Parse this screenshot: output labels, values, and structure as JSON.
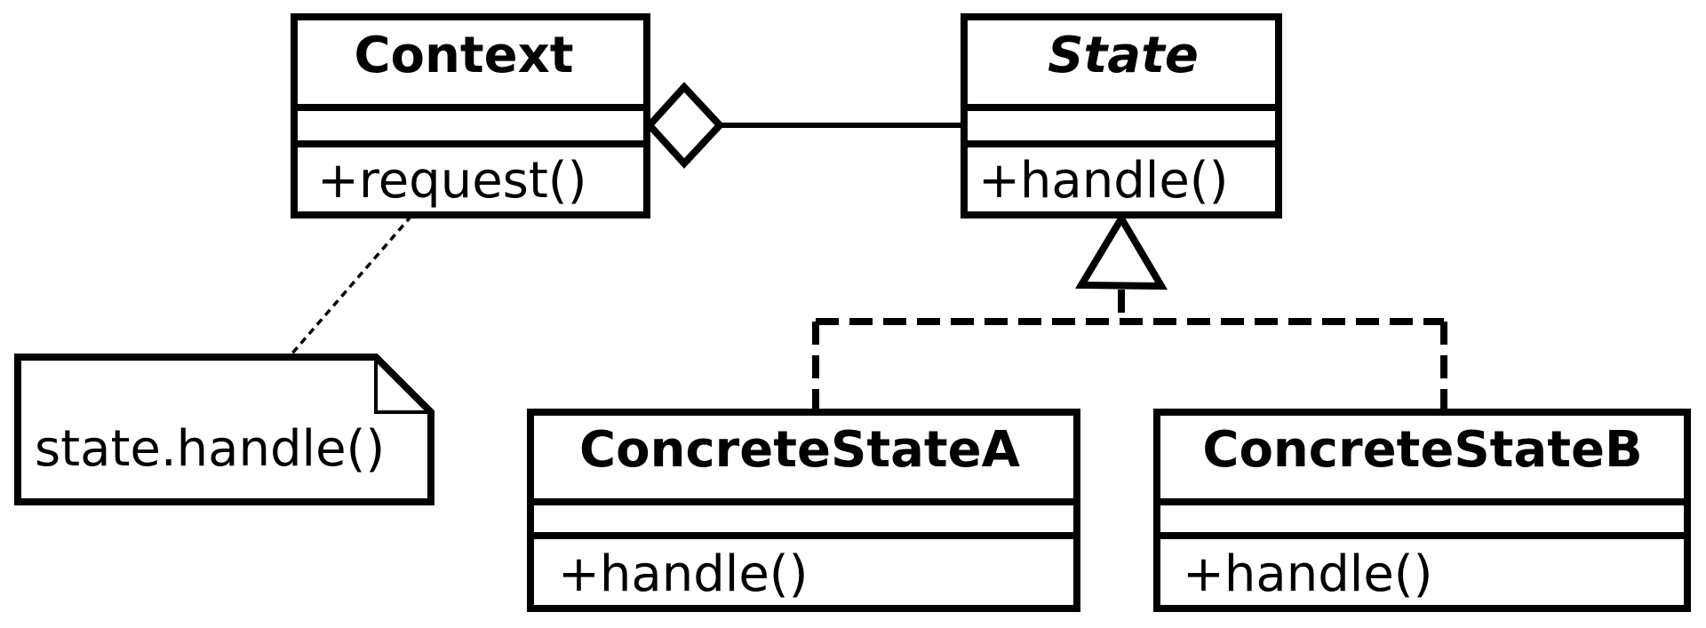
{
  "colors": {
    "stroke": "#000000",
    "background": "#ffffff"
  },
  "classes": {
    "context": {
      "name": "Context",
      "operation": "+request()"
    },
    "state": {
      "name": "State",
      "operation": "+handle()"
    },
    "concrete_a": {
      "name": "ConcreteStateA",
      "operation": "+handle()"
    },
    "concrete_b": {
      "name": "ConcreteStateB",
      "operation": "+handle()"
    }
  },
  "note": {
    "text": "state.handle()"
  },
  "relationships": [
    {
      "type": "aggregation",
      "from": "Context",
      "to": "State"
    },
    {
      "type": "realization",
      "from": "ConcreteStateA",
      "to": "State"
    },
    {
      "type": "realization",
      "from": "ConcreteStateB",
      "to": "State"
    },
    {
      "type": "note-anchor",
      "from": "note",
      "to": "Context"
    }
  ]
}
